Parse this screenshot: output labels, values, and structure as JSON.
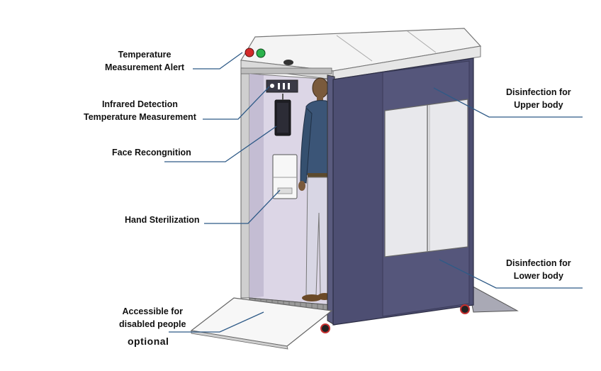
{
  "labels": {
    "temp_alert": [
      "Temperature",
      "Measurement Alert"
    ],
    "infrared": [
      "Infrared  Detection",
      "Temperature Measurement"
    ],
    "face": "Face Recongnition",
    "hand": "Hand Sterilization",
    "accessible": [
      "Accessible for",
      "disabled people"
    ],
    "optional": "optional",
    "upper": [
      "Disinfection for",
      "Upper body"
    ],
    "lower": [
      "Disinfection for",
      "Lower body"
    ]
  },
  "colors": {
    "panel_navy": "#4d4e72",
    "interior_lavender": "#dcd6e6",
    "roof": "#f2f2f2",
    "frame": "#8c8c8c",
    "leader_line": "#2e5a87",
    "alert_red": "#d42a2a",
    "alert_green": "#2bb24c",
    "jacket": "#3b5577",
    "trousers": "#d8d6e4"
  }
}
